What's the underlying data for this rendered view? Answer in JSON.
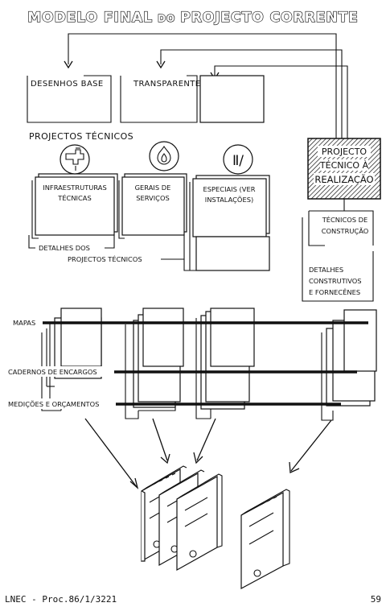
{
  "title": {
    "part1": "MODELO FINAL",
    "part2": "DO",
    "part3": "PROJECTO CORRENTE"
  },
  "top_boxes": {
    "base": "DESENHOS BASE",
    "transp": "TRANSPARENTES"
  },
  "section_label": "PROJECTOS TÉCNICOS",
  "tech": [
    {
      "line1": "INFRAESTRUTURAS",
      "line2": "TÉCNICAS",
      "icon": "faucet-icon"
    },
    {
      "line1": "GERAIS DE",
      "line2": "SERVIÇOS",
      "icon": "flame-icon"
    },
    {
      "line1": "ESPECIAIS (VER",
      "line2": "INSTALAÇÕES)",
      "icon": "electric-symbol-icon"
    }
  ],
  "tech_icon_text": "Ⅱ/",
  "details": {
    "line1": "DETALHES DOS",
    "line2": "PROJECTOS TÉCNICOS"
  },
  "realizacao": {
    "line1": "PROJECTO",
    "line2": "TÉCNICO À",
    "line3": "REALIZAÇÃO"
  },
  "construcao": {
    "line1": "TÉCNICOS DE",
    "line2": "CONSTRUÇÃO"
  },
  "detalhes_constr": {
    "line1": "DETALHES",
    "line2": "CONSTRUTIVOS",
    "line3": "E FORNECÊNES"
  },
  "rows": {
    "mapas": "MAPAS",
    "cadernos": "CADERNOS DE ENCARGOS",
    "medicoes": "MEDIÇÕES E ORÇAMENTOS"
  },
  "footer": {
    "left": "LNEC - Proc.86/1/3221",
    "right": "59"
  }
}
